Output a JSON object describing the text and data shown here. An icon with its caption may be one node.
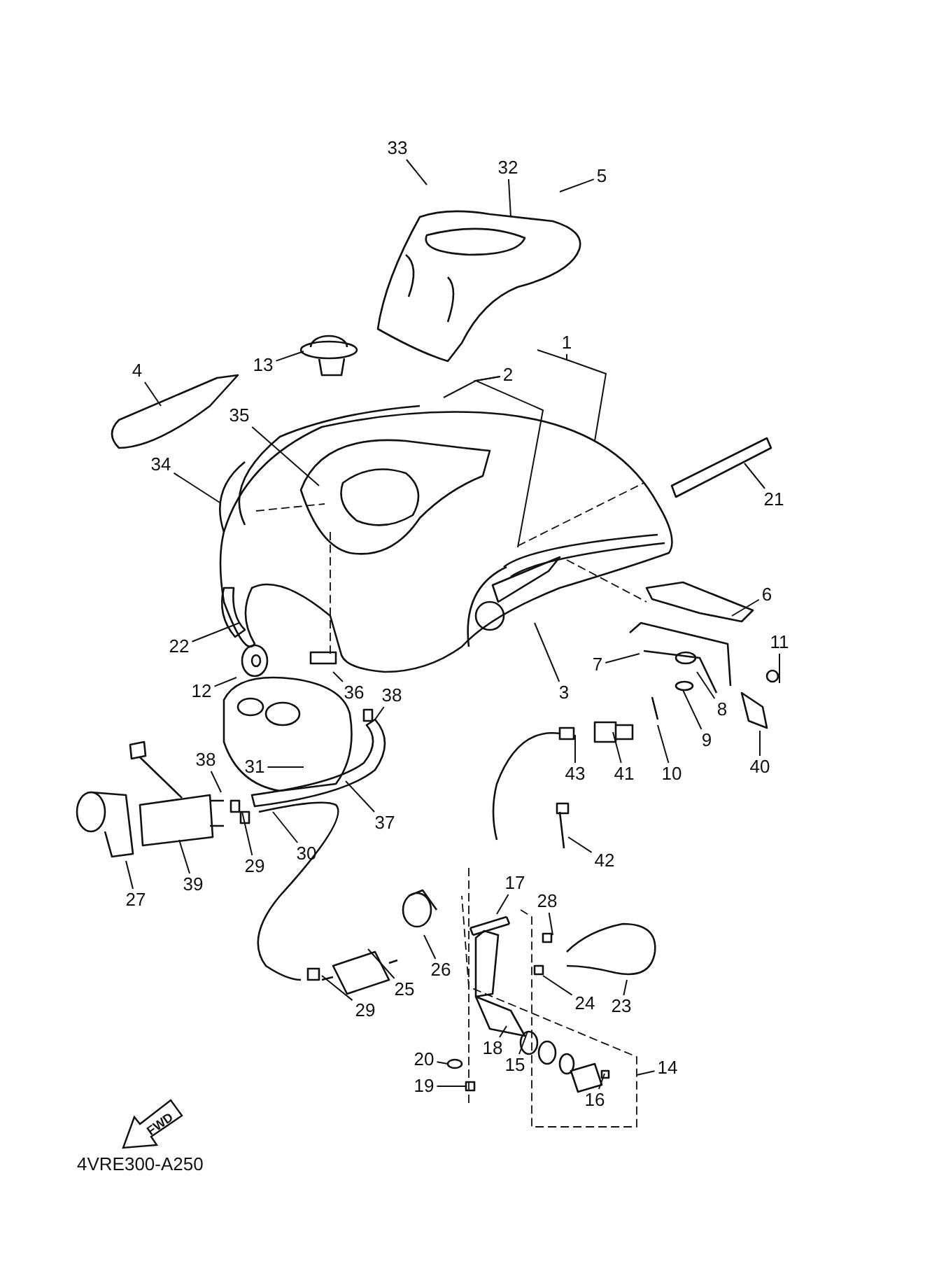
{
  "diagram": {
    "nodes": [
      {
        "text": [
          "33"
        ]
      },
      {
        "text": [
          "32"
        ]
      },
      {
        "text": [
          "5"
        ]
      },
      {
        "text": [
          "1"
        ]
      },
      {
        "text": [
          "2"
        ]
      },
      {
        "text": [
          "4"
        ]
      },
      {
        "text": [
          "13"
        ]
      },
      {
        "text": [
          "35"
        ]
      },
      {
        "text": [
          "34"
        ]
      },
      {
        "text": [
          "21"
        ]
      },
      {
        "text": [
          "22"
        ]
      },
      {
        "text": [
          "6"
        ]
      },
      {
        "text": [
          "11"
        ]
      },
      {
        "text": [
          "3"
        ]
      },
      {
        "text": [
          "12"
        ]
      },
      {
        "text": [
          "7"
        ]
      },
      {
        "text": [
          "36"
        ]
      },
      {
        "text": [
          "38"
        ]
      },
      {
        "text": [
          "8"
        ]
      },
      {
        "text": [
          "9"
        ]
      },
      {
        "text": [
          "10"
        ]
      },
      {
        "text": [
          "40"
        ]
      },
      {
        "text": [
          "38"
        ]
      },
      {
        "text": [
          "31"
        ]
      },
      {
        "text": [
          "43"
        ]
      },
      {
        "text": [
          "41"
        ]
      },
      {
        "text": [
          "37"
        ]
      },
      {
        "text": [
          "29"
        ]
      },
      {
        "text": [
          "30"
        ]
      },
      {
        "text": [
          "39"
        ]
      },
      {
        "text": [
          "42"
        ]
      },
      {
        "text": [
          "27"
        ]
      },
      {
        "text": [
          "17"
        ]
      },
      {
        "text": [
          "28"
        ]
      },
      {
        "text": [
          "26"
        ]
      },
      {
        "text": [
          "25"
        ]
      },
      {
        "text": [
          "24"
        ]
      },
      {
        "text": [
          "23"
        ]
      },
      {
        "text": [
          "29"
        ]
      },
      {
        "text": [
          "18"
        ]
      },
      {
        "text": [
          "20"
        ]
      },
      {
        "text": [
          "15"
        ]
      },
      {
        "text": [
          "19"
        ]
      },
      {
        "text": [
          "14"
        ]
      },
      {
        "text": [
          "16"
        ]
      }
    ],
    "edges": [
      {
        "from": 0,
        "to": null,
        "arrow": "none"
      },
      {
        "from": 1,
        "to": null,
        "arrow": "none"
      },
      {
        "from": 2,
        "to": null,
        "arrow": "none"
      },
      {
        "from": 3,
        "to": null,
        "arrow": "none"
      },
      {
        "from": 3,
        "to": null,
        "arrow": "none"
      },
      {
        "from": 4,
        "to": null,
        "arrow": "none"
      },
      {
        "from": 4,
        "to": null,
        "arrow": "none"
      },
      {
        "from": 5,
        "to": null,
        "arrow": "none"
      },
      {
        "from": 6,
        "to": null,
        "arrow": "none"
      },
      {
        "from": 7,
        "to": null,
        "arrow": "none"
      },
      {
        "from": 8,
        "to": null,
        "arrow": "none"
      },
      {
        "from": 9,
        "to": null,
        "arrow": "none"
      },
      {
        "from": 10,
        "to": null,
        "arrow": "none"
      },
      {
        "from": 11,
        "to": null,
        "arrow": "none"
      },
      {
        "from": 12,
        "to": null,
        "arrow": "none"
      },
      {
        "from": 13,
        "to": null,
        "arrow": "none"
      },
      {
        "from": 14,
        "to": null,
        "arrow": "none"
      },
      {
        "from": 15,
        "to": null,
        "arrow": "none"
      },
      {
        "from": 16,
        "to": null,
        "arrow": "none"
      },
      {
        "from": 17,
        "to": null,
        "arrow": "none"
      },
      {
        "from": 18,
        "to": null,
        "arrow": "none"
      },
      {
        "from": 19,
        "to": null,
        "arrow": "none"
      },
      {
        "from": 20,
        "to": null,
        "arrow": "none"
      },
      {
        "from": 21,
        "to": null,
        "arrow": "none"
      },
      {
        "from": 22,
        "to": null,
        "arrow": "none"
      },
      {
        "from": 23,
        "to": null,
        "arrow": "none"
      },
      {
        "from": 24,
        "to": null,
        "arrow": "none"
      },
      {
        "from": 25,
        "to": null,
        "arrow": "none"
      },
      {
        "from": 26,
        "to": null,
        "arrow": "none"
      },
      {
        "from": 27,
        "to": null,
        "arrow": "none"
      },
      {
        "from": 28,
        "to": null,
        "arrow": "none"
      },
      {
        "from": 29,
        "to": null,
        "arrow": "none"
      },
      {
        "from": 30,
        "to": null,
        "arrow": "none"
      },
      {
        "from": 31,
        "to": null,
        "arrow": "none"
      },
      {
        "from": 32,
        "to": null,
        "arrow": "none"
      },
      {
        "from": 33,
        "to": null,
        "arrow": "none"
      },
      {
        "from": 34,
        "to": null,
        "arrow": "none"
      },
      {
        "from": 35,
        "to": null,
        "arrow": "none"
      },
      {
        "from": 36,
        "to": null,
        "arrow": "none"
      },
      {
        "from": 37,
        "to": null,
        "arrow": "none"
      },
      {
        "from": 38,
        "to": null,
        "arrow": "none"
      },
      {
        "from": 39,
        "to": null,
        "arrow": "none"
      },
      {
        "from": 40,
        "to": null,
        "arrow": "none"
      },
      {
        "from": 41,
        "to": null,
        "arrow": "none"
      },
      {
        "from": 42,
        "to": null,
        "arrow": "none"
      },
      {
        "from": 43,
        "to": null,
        "arrow": "none"
      },
      {
        "from": 44,
        "to": null,
        "arrow": "none"
      }
    ],
    "labels": [
      "FWD",
      "4VRE300-A250"
    ]
  }
}
